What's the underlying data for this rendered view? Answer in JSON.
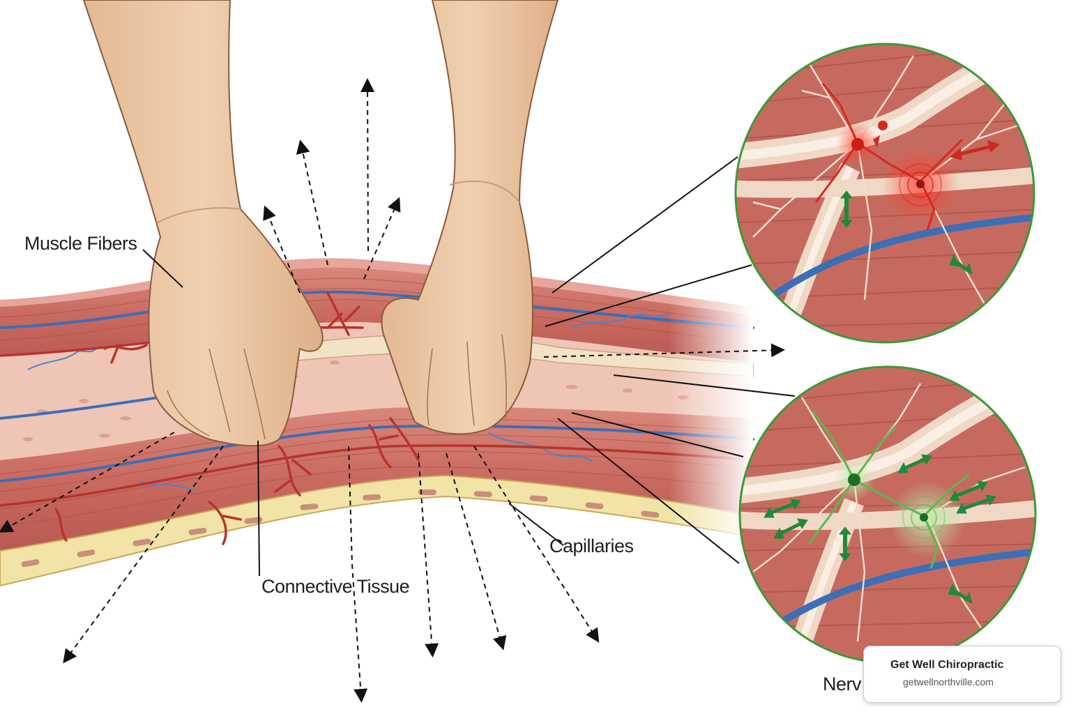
{
  "labels": {
    "muscle_fibers": "Muscle Fibers",
    "connective_tissue": "Connective Tissue",
    "capillaries": "Capillaries",
    "nerves_partial": "Nerv"
  },
  "watermark": {
    "name": "Get Well Chiropractic",
    "url": "getwellnorthville.com"
  },
  "colors": {
    "muscle": "#c96a60",
    "muscle_light": "#e7a59b",
    "artery": "#b8332c",
    "vein": "#3b6fb6",
    "connective": "#f1d9c4",
    "fat_layer": "#f2e3a6",
    "skin": "#e8c29e",
    "inflamed_nerve": "#d8281e",
    "healthy_nerve": "#4fae45",
    "circle_border": "#3a9a3a",
    "arrow_green": "#1f8a3a",
    "arrow_red": "#cc2a22"
  }
}
